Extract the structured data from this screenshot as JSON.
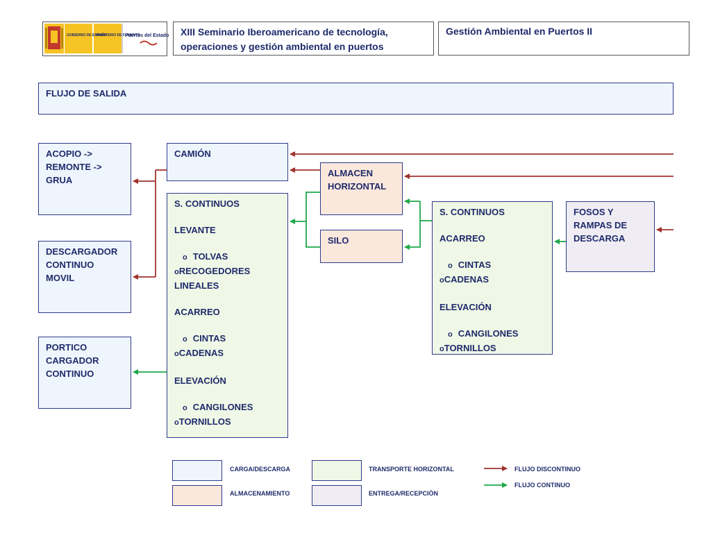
{
  "header": {
    "logo_texts": [
      "GOBIERNO DE ESPAÑA",
      "MINISTERIO DE FOMENTO",
      "Puertos del Estado"
    ],
    "seminar_title_line1": "XIII Seminario Iberoamericano de tecnología,",
    "seminar_title_line2": "operaciones y gestión ambiental en puertos",
    "course_title": "Gestión Ambiental en Puertos II"
  },
  "banner": "FLUJO DE SALIDA",
  "boxes": {
    "acopio": [
      "ACOPIO ->",
      "REMONTE ->",
      "GRUA"
    ],
    "descargador": [
      "DESCARGADOR",
      "CONTINUO",
      "MOVIL"
    ],
    "portico": [
      "PORTICO",
      "CARGADOR",
      "CONTINUO"
    ],
    "camion": "CAMIÓN",
    "almacen": [
      "ALMACEN",
      "HORIZONTAL"
    ],
    "silo": "SILO",
    "fosos": [
      "FOSOS Y",
      "RAMPAS DE",
      "DESCARGA"
    ],
    "continuos_left": {
      "title": "S.  CONTINUOS",
      "levante": "LEVANTE",
      "tolvas": "TOLVAS",
      "recogedores_1": "RECOGEDORES",
      "recogedores_2": "LINEALES",
      "acarreo": "ACARREO",
      "cintas": "CINTAS",
      "cadenas": "CADENAS",
      "elevacion": "ELEVACIÓN",
      "cangilones": "CANGILONES",
      "tornillos": "TORNILLOS"
    },
    "continuos_right": {
      "title": "S.  CONTINUOS",
      "acarreo": "ACARREO",
      "cintas": "CINTAS",
      "cadenas": "CADENAS",
      "elevacion": "ELEVACIÓN",
      "cangilones": "CANGILONES",
      "tornillos": "TORNILLOS"
    }
  },
  "legend": {
    "carga": "CARGA/DESCARGA",
    "almacenamiento": "ALMACENAMIENTO",
    "transporte": "TRANSPORTE HORIZONTAL",
    "entrega": "ENTREGA/RECEPCIÓN",
    "discontinuo": "FLUJO  DISCONTINUO",
    "continuo": "FLUJO CONTINUO"
  },
  "colors": {
    "carga": "#eef5fc",
    "transporte": "#eff8e6",
    "almacenamiento": "#fbe8dc",
    "entrega": "#efedf3",
    "flujo_discontinuo": "#a0322e",
    "flujo_continuo": "#1fa84a",
    "border": "#2e3a8c"
  }
}
